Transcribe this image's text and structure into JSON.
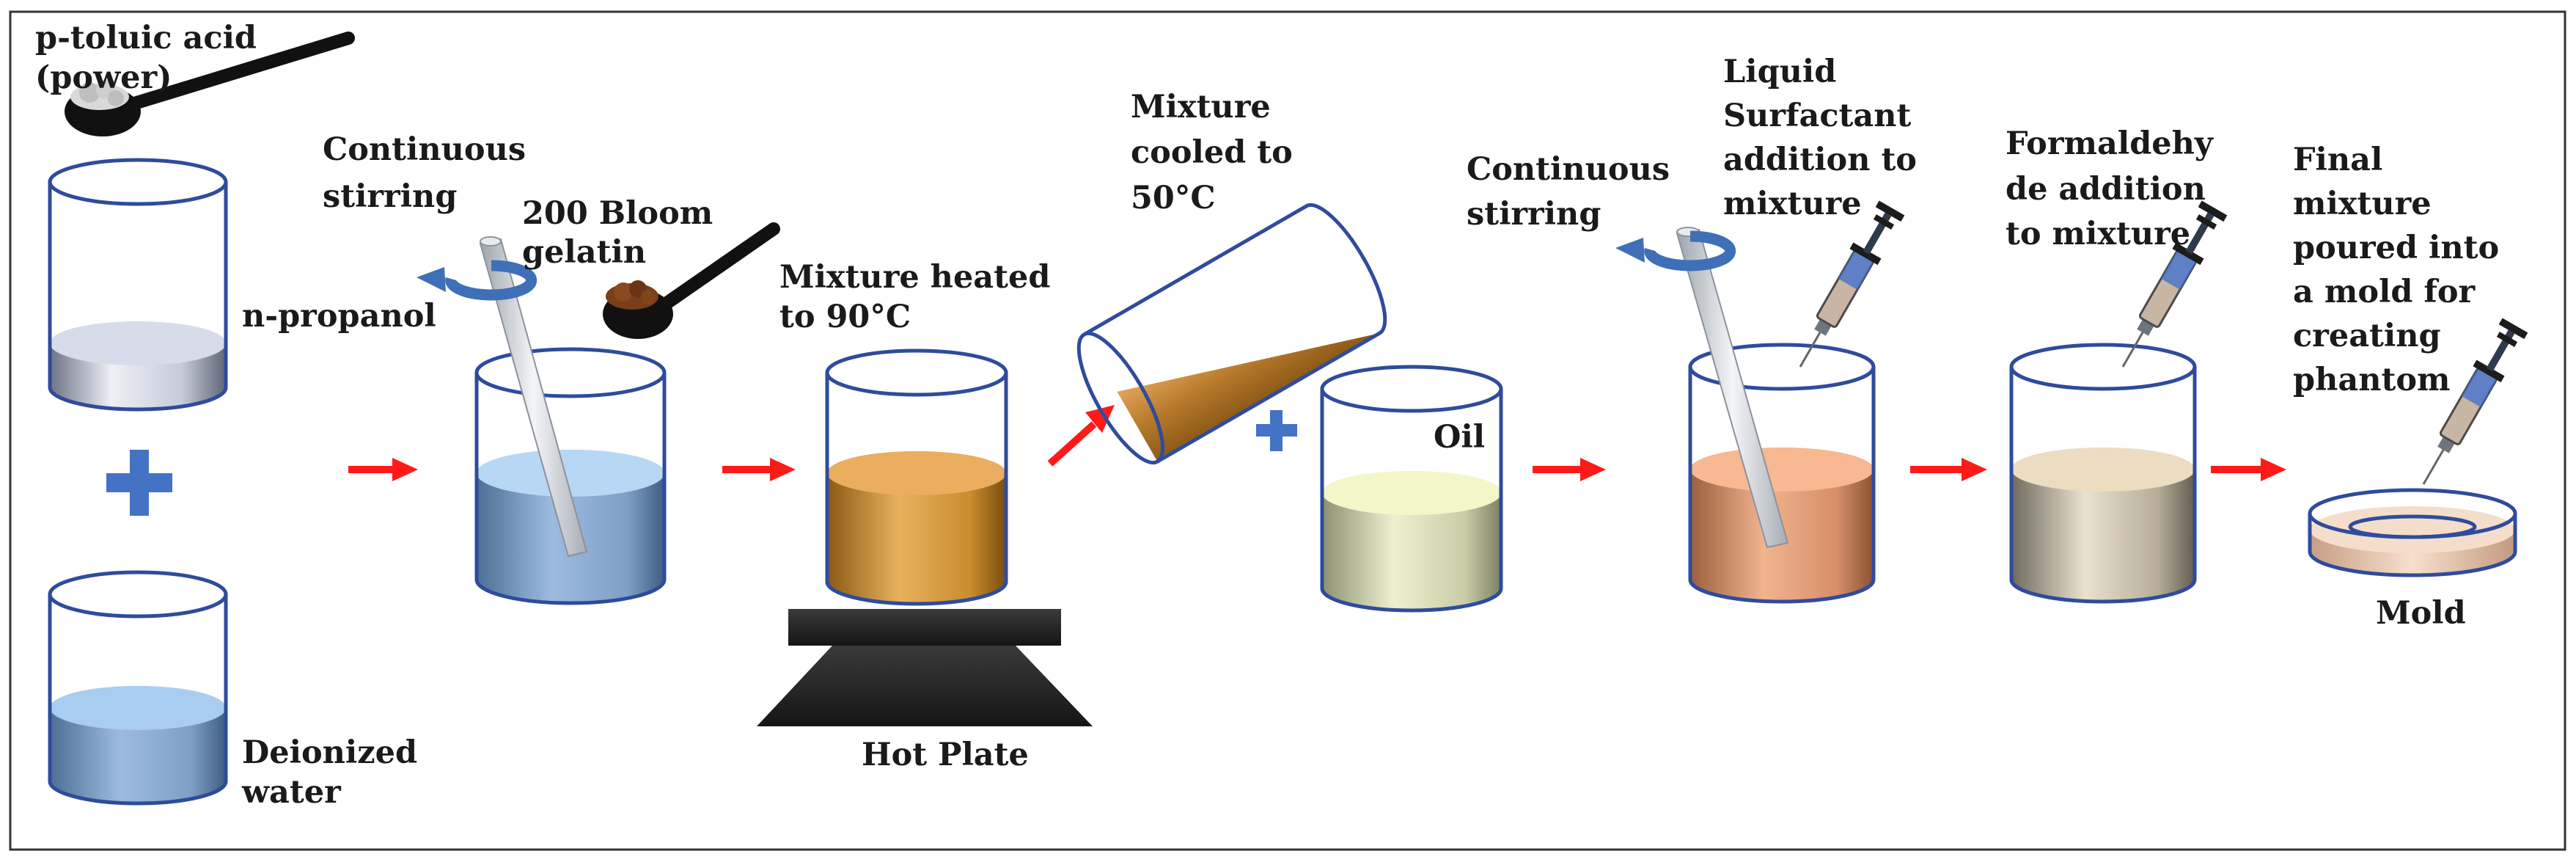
{
  "labels": {
    "p_toluic_1": "p-toluic acid",
    "p_toluic_2": "(power)",
    "n_propanol": "n-propanol",
    "deionized_1": "Deionized",
    "deionized_2": "water",
    "continuous1_1": "Continuous",
    "continuous1_2": "stirring",
    "bloom_1": "200 Bloom",
    "bloom_2": "gelatin",
    "heated_1": "Mixture heated",
    "heated_2": "to 90°C",
    "hot_plate": "Hot Plate",
    "cooled_1": "Mixture",
    "cooled_2": "cooled to",
    "cooled_3": "50°C",
    "oil": "Oil",
    "continuous2_1": "Continuous",
    "continuous2_2": "stirring",
    "surf_1": "Liquid",
    "surf_2": "Surfactant",
    "surf_3": "addition to",
    "surf_4": "mixture",
    "form_1": "Formaldehy",
    "form_2": "de addition",
    "form_3": "to mixture",
    "final_1": "Final",
    "final_2": "mixture",
    "final_3": "poured into",
    "final_4": "a mold for",
    "final_5": "creating",
    "final_6": "phantom",
    "mold": "Mold"
  },
  "colors": {
    "arrow": "#ff1a1a",
    "plus": "#4472c4",
    "outline": "#2f4b9c",
    "water": "#a9cdf0",
    "gelatin_solution": "#b7d7f5",
    "heated_mixture": "#e8a95a",
    "oil": "#f3f7c8",
    "surfactant_mixture": "#f5b58e",
    "formaldehyde_mixture": "#ecdcc0",
    "propanol": "#c9d3e6",
    "mold_fill": "#f3d7c4"
  },
  "icons": [
    "scoop-icon",
    "beaker-icon",
    "stirring-rod-icon",
    "rotation-arrow-icon",
    "syringe-icon",
    "hot-plate-icon",
    "petri-dish-icon",
    "plus-icon",
    "arrow-icon"
  ]
}
